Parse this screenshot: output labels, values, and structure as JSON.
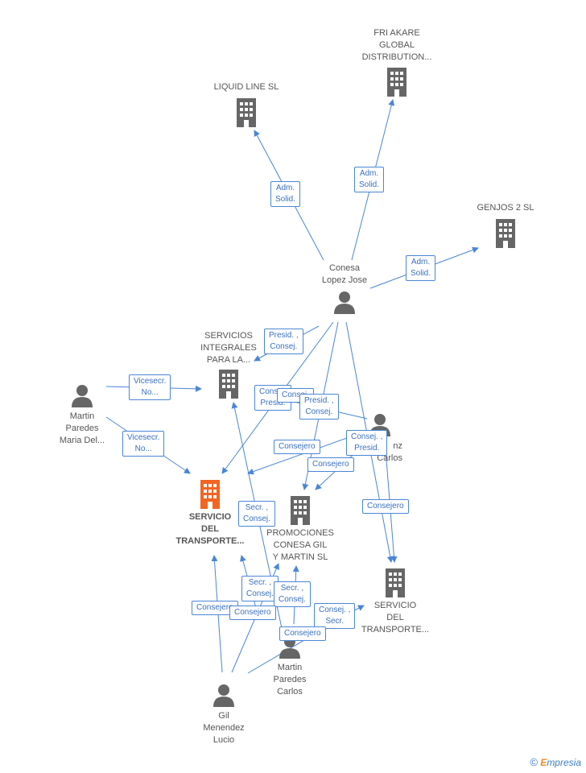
{
  "colors": {
    "edge": "#4a86d6",
    "company": "#666666",
    "main_company": "#f26522",
    "person": "#666666"
  },
  "nodes": {
    "liquid_line": {
      "label": "LIQUID LINE SL"
    },
    "friakare": {
      "label": "FRI AKARE\nGLOBAL\nDISTRIBUTION..."
    },
    "genjos": {
      "label": "GENJOS 2 SL"
    },
    "conesa": {
      "label": "Conesa\nLopez Jose"
    },
    "servicios_integrales": {
      "label": "SERVICIOS\nINTEGRALES\nPARA LA..."
    },
    "martin_maria": {
      "label": "Martin\nParedes\nMaria Del..."
    },
    "lopez_carlos": {
      "label": "nz\nCarlos"
    },
    "servicio_main": {
      "label": "SERVICIO\nDEL\nTRANSPORTE..."
    },
    "promociones": {
      "label": "PROMOCIONES\nCONESA GIL\nY MARTIN SL"
    },
    "servicio_2": {
      "label": "SERVICIO\nDEL\nTRANSPORTE..."
    },
    "martin_carlos": {
      "label": "Martin\nParedes\nCarlos"
    },
    "gil_lucio": {
      "label": "Gil\nMenendez\nLucio"
    }
  },
  "badges": [
    {
      "id": "b1",
      "text": "Adm.\nSolid."
    },
    {
      "id": "b2",
      "text": "Adm.\nSolid."
    },
    {
      "id": "b3",
      "text": "Adm.\nSolid."
    },
    {
      "id": "b4",
      "text": "Presid. ,\nConsej."
    },
    {
      "id": "b5",
      "text": "Vicesecr.\nNo..."
    },
    {
      "id": "b6",
      "text": "Vicesecr.\nNo..."
    },
    {
      "id": "b7",
      "text": "Consej.\nPresid."
    },
    {
      "id": "b8",
      "text": "Consej."
    },
    {
      "id": "b9",
      "text": "Presid. ,\nConsej."
    },
    {
      "id": "b10",
      "text": "Consejero"
    },
    {
      "id": "b11",
      "text": "Consej. ,\nPresid."
    },
    {
      "id": "b12",
      "text": "Consejero"
    },
    {
      "id": "b13",
      "text": "Consejero"
    },
    {
      "id": "b14",
      "text": "Secr. ,\nConsej."
    },
    {
      "id": "b15",
      "text": "Secr. ,\nConsej."
    },
    {
      "id": "b16",
      "text": "Secr. ,\nConsej."
    },
    {
      "id": "b17",
      "text": "Consejero"
    },
    {
      "id": "b18",
      "text": "Consejero"
    },
    {
      "id": "b19",
      "text": "Consej. ,\nSecr."
    },
    {
      "id": "b20",
      "text": "Consejero"
    }
  ],
  "footer": {
    "copyright": "©",
    "brand_e": "E",
    "brand_rest": "mpresia"
  }
}
